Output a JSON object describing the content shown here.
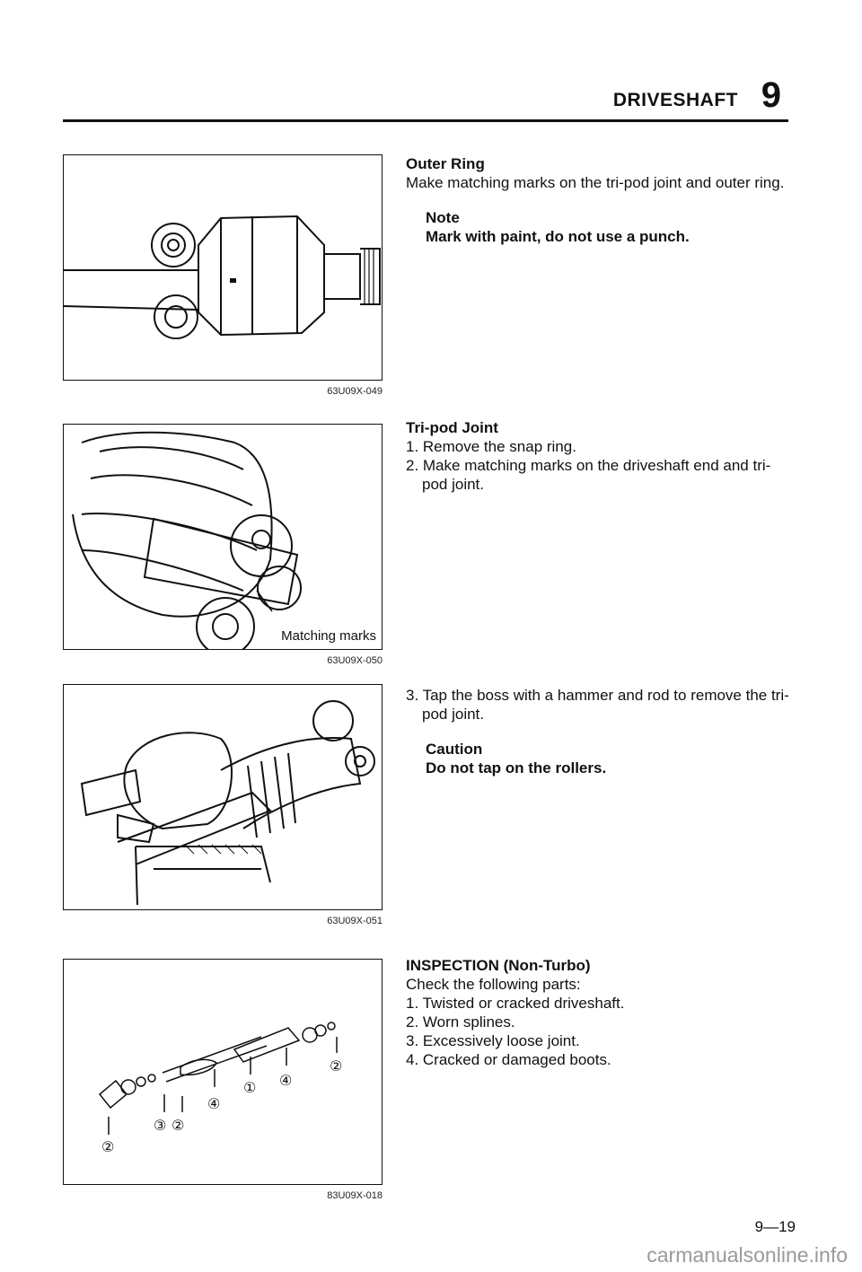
{
  "header": {
    "title": "DRIVESHAFT",
    "chapter": "9"
  },
  "figures": [
    {
      "code": "63U09X-049",
      "label": ""
    },
    {
      "code": "63U09X-050",
      "label": "Matching marks"
    },
    {
      "code": "63U09X-051",
      "label": ""
    },
    {
      "code": "83U09X-018",
      "label": "",
      "callouts": [
        "①",
        "②",
        "③",
        "④"
      ]
    }
  ],
  "sections": {
    "outer_ring": {
      "heading": "Outer Ring",
      "body": "Make matching marks on the tri-pod joint and outer ring.",
      "note_title": "Note",
      "note_body": "Mark with paint, do not use a punch."
    },
    "tripod_joint": {
      "heading": "Tri-pod Joint",
      "steps": [
        "1. Remove the snap ring.",
        "2. Make matching marks on the driveshaft end and tri-pod joint."
      ]
    },
    "tap_boss": {
      "step": "3. Tap the boss with a hammer and rod to remove the tri-pod joint.",
      "caution_title": "Caution",
      "caution_body": "Do not tap on the rollers."
    },
    "inspection": {
      "heading": "INSPECTION (Non-Turbo)",
      "intro": "Check the following parts:",
      "items": [
        "1. Twisted or cracked driveshaft.",
        "2. Worn splines.",
        "3. Excessively loose joint.",
        "4. Cracked or damaged boots."
      ]
    }
  },
  "page_number": "9—19",
  "watermark": "carmanualsonline.info"
}
